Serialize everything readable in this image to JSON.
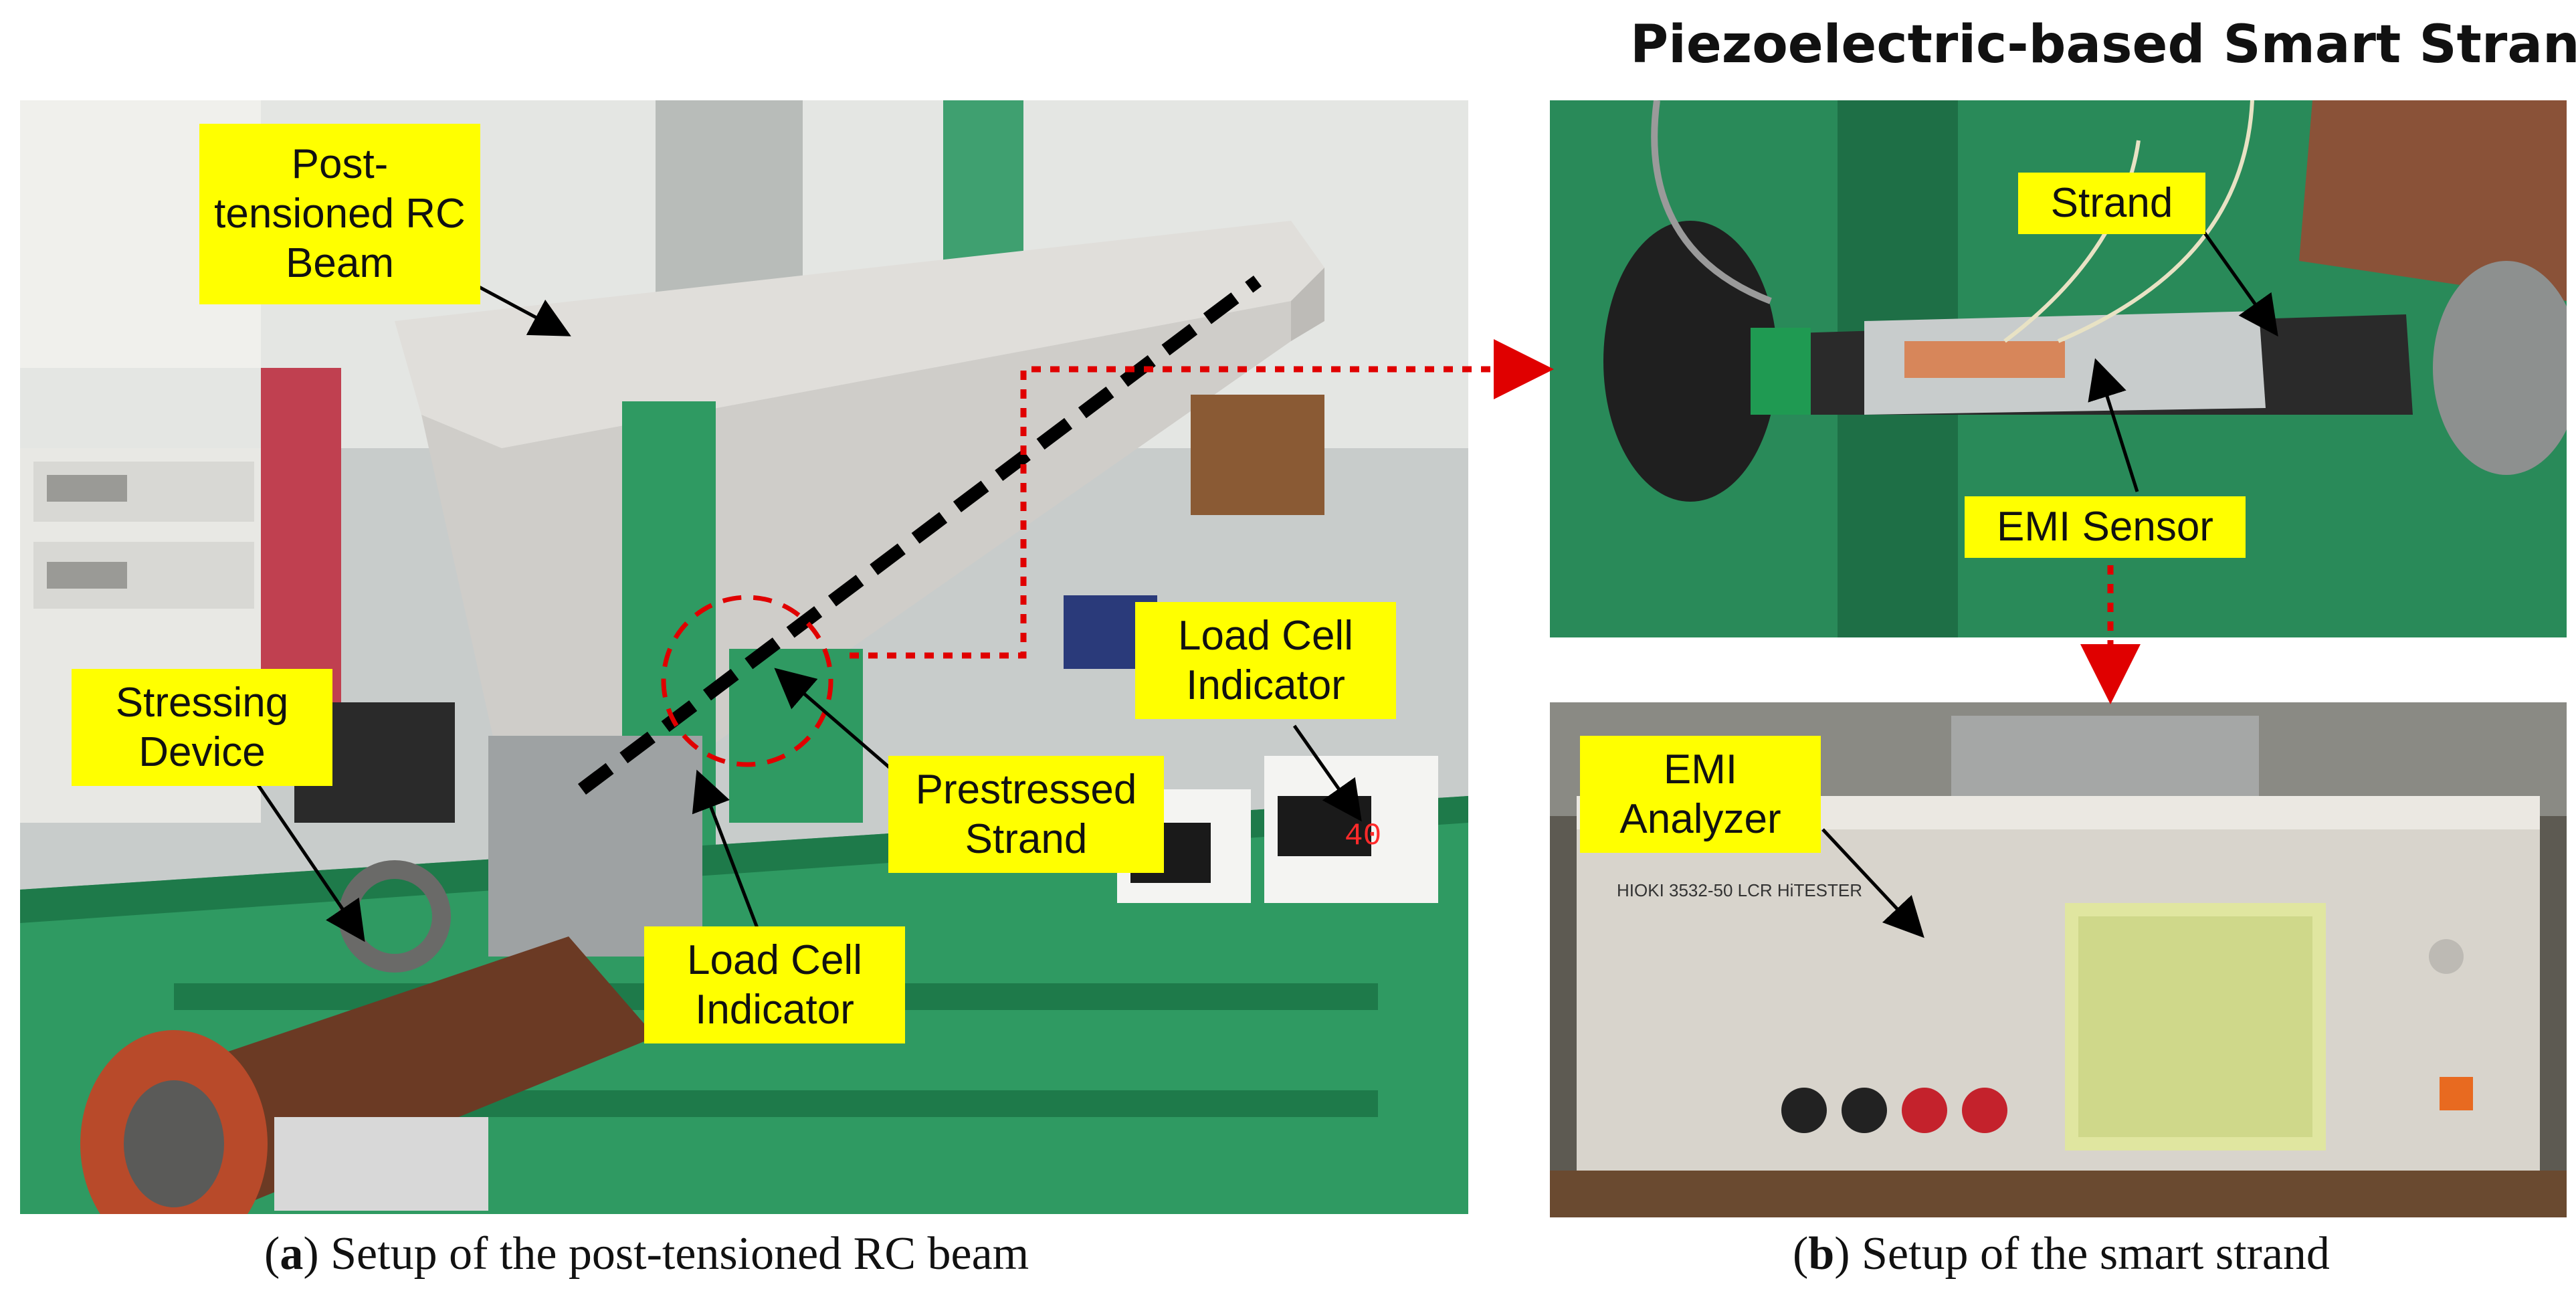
{
  "title": "Piezoelectric-based Smart Strand",
  "captions": {
    "a": {
      "letter": "a",
      "text": ") Setup of the post-tensioned RC beam"
    },
    "b": {
      "letter": "b",
      "text": ") Setup of the smart strand"
    }
  },
  "labels": {
    "beam": "Post-\ntensioned RC\nBeam",
    "stressing_device": "Stressing\nDevice",
    "load_cell_indicator_top": "Load Cell\nIndicator",
    "prestressed_strand": "Prestressed\nStrand",
    "load_cell_indicator_bottom": "Load Cell\nIndicator",
    "strand": "Strand",
    "emi_sensor": "EMI Sensor",
    "emi_analyzer": "EMI\nAnalyzer"
  },
  "device_text": {
    "analyzer_brand": "HIOKI 3532-50 LCR HiTESTER",
    "indicator_reading": "40"
  },
  "colors": {
    "label_bg": "#ffff00",
    "pointer_dotted": "#e00000",
    "strand_dashed": "#000000",
    "steel_green": "#2f9a62"
  }
}
